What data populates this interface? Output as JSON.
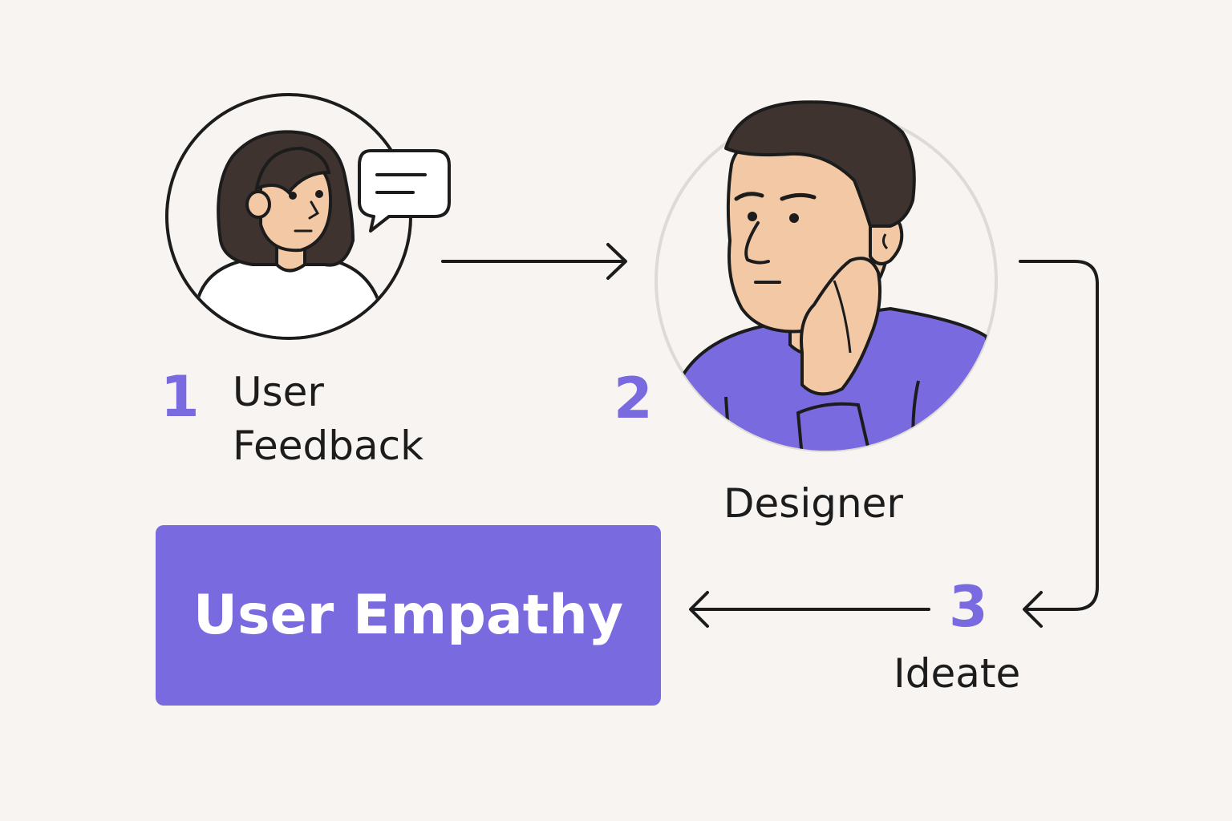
{
  "colors": {
    "background": "#f7f4f1",
    "accent": "#7a6ae0",
    "outline": "#1c1c1c",
    "skin": "#f2c8a5",
    "hair": "#3f3330",
    "shirt": "#7a6ae0",
    "ring": "#dedad6"
  },
  "steps": [
    {
      "number": "1",
      "label_line1": "User",
      "label_line2": "Feedback",
      "icon": "user-feedback-icon"
    },
    {
      "number": "2",
      "label": "Designer",
      "icon": "designer-icon"
    },
    {
      "number": "3",
      "label": "Ideate"
    }
  ],
  "result": {
    "label": "User Empathy"
  }
}
